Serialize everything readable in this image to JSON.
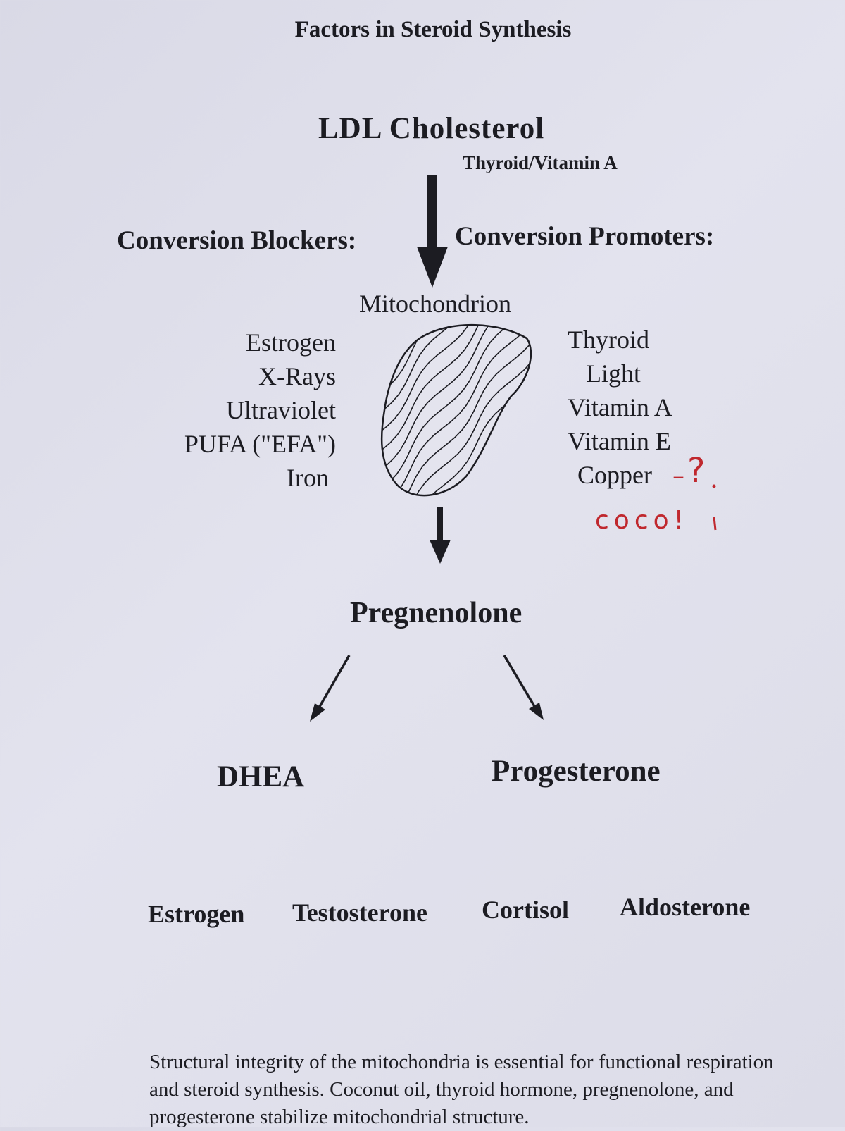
{
  "title": "Factors in Steroid Synthesis",
  "start_node": "LDL  Cholesterol",
  "top_note": "Thyroid/Vitamin  A",
  "blockers": {
    "heading": "Conversion Blockers:",
    "items": [
      "Estrogen",
      "X-Rays",
      "Ultraviolet",
      "PUFA (\"EFA\")",
      "Iron"
    ]
  },
  "promoters": {
    "heading": "Conversion Promoters:",
    "items": [
      "Thyroid",
      "Light",
      "Vitamin A",
      "Vitamin E",
      "Copper"
    ]
  },
  "organelle_label": "Mitochondrion",
  "middle_node": "Pregnenolone",
  "branches": [
    "DHEA",
    "Progesterone"
  ],
  "derived": [
    "Estrogen",
    "Testosterone",
    "Cortisol",
    "Aldosterone"
  ],
  "handwritten": {
    "dash": "–",
    "question": "?",
    "note": "coco!",
    "color": "#c0282e"
  },
  "caption": "Structural integrity of the mitochondria is essential for functional respiration and steroid synthesis.  Coconut oil, thyroid hormone, pregnenolone, and progesterone stabilize mitochondrial structure."
}
